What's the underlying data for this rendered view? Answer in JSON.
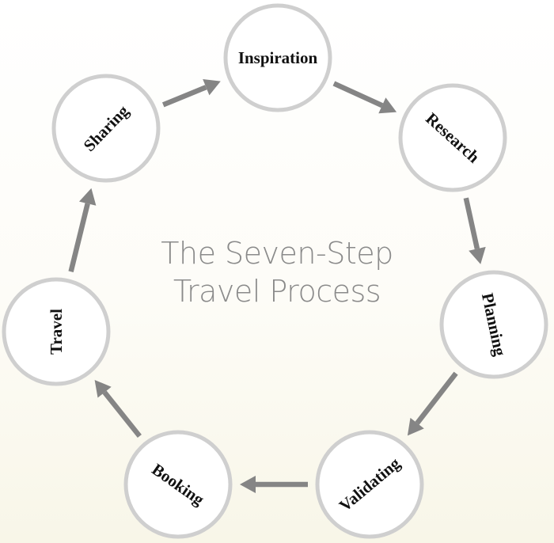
{
  "title": {
    "line1": "The Seven-Step",
    "line2": "Travel Process"
  },
  "steps": [
    {
      "label": "Inspiration"
    },
    {
      "label": "Research"
    },
    {
      "label": "Planning"
    },
    {
      "label": "Validating"
    },
    {
      "label": "Booking"
    },
    {
      "label": "Travel"
    },
    {
      "label": "Sharing"
    }
  ],
  "colors": {
    "ring": "#cfcfcf",
    "arrow": "#858585",
    "title": "#8a8a8a",
    "label": "#111111"
  }
}
